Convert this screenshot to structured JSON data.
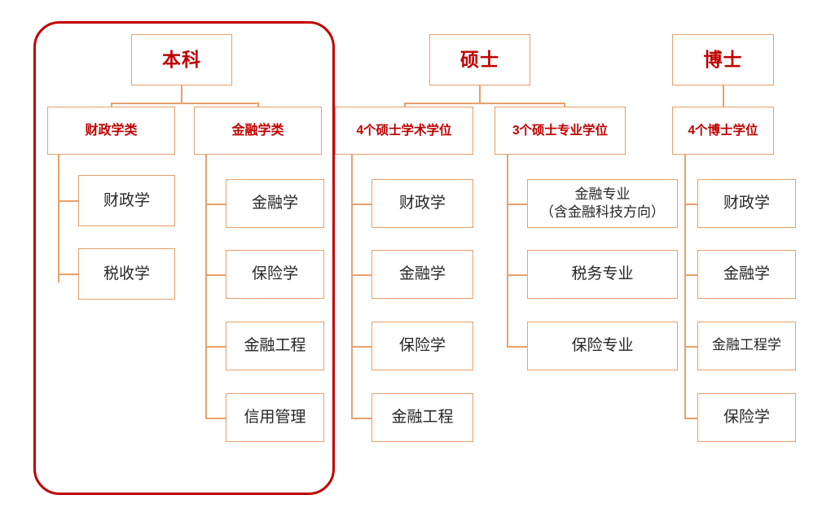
{
  "diagram": {
    "title_present": false,
    "colors": {
      "box_border": "#E8A06A",
      "connector": "#E8A06A",
      "tier_text": "#C00000",
      "category_text": "#C00000",
      "leaf_text": "#262626",
      "highlight_frame": "#C00000",
      "background": "#FFFFFF"
    },
    "highlight": {
      "name": "undergraduate-branch-highlight",
      "encloses": "本科"
    },
    "tiers": [
      {
        "id": "undergraduate",
        "label": "本科",
        "categories": [
          {
            "id": "public-finance-group",
            "label": "财政学类",
            "leaves": [
              {
                "label": "财政学"
              },
              {
                "label": "税收学"
              }
            ]
          },
          {
            "id": "finance-group",
            "label": "金融学类",
            "leaves": [
              {
                "label": "金融学"
              },
              {
                "label": "保险学"
              },
              {
                "label": "金融工程"
              },
              {
                "label": "信用管理"
              }
            ]
          }
        ]
      },
      {
        "id": "master",
        "label": "硕士",
        "categories": [
          {
            "id": "academic-master",
            "label": "4个硕士学术学位",
            "leaves": [
              {
                "label": "财政学"
              },
              {
                "label": "金融学"
              },
              {
                "label": "保险学"
              },
              {
                "label": "金融工程"
              }
            ]
          },
          {
            "id": "professional-master",
            "label": "3个硕士专业学位",
            "leaves": [
              {
                "label": "金融专业\n（含金融科技方向）"
              },
              {
                "label": "税务专业"
              },
              {
                "label": "保险专业"
              }
            ]
          }
        ]
      },
      {
        "id": "doctorate",
        "label": "博士",
        "categories": [
          {
            "id": "doctoral-degrees",
            "label": "4个博士学位",
            "leaves": [
              {
                "label": "财政学"
              },
              {
                "label": "金融学"
              },
              {
                "label": "金融工程学"
              },
              {
                "label": "保险学"
              }
            ]
          }
        ]
      }
    ]
  }
}
